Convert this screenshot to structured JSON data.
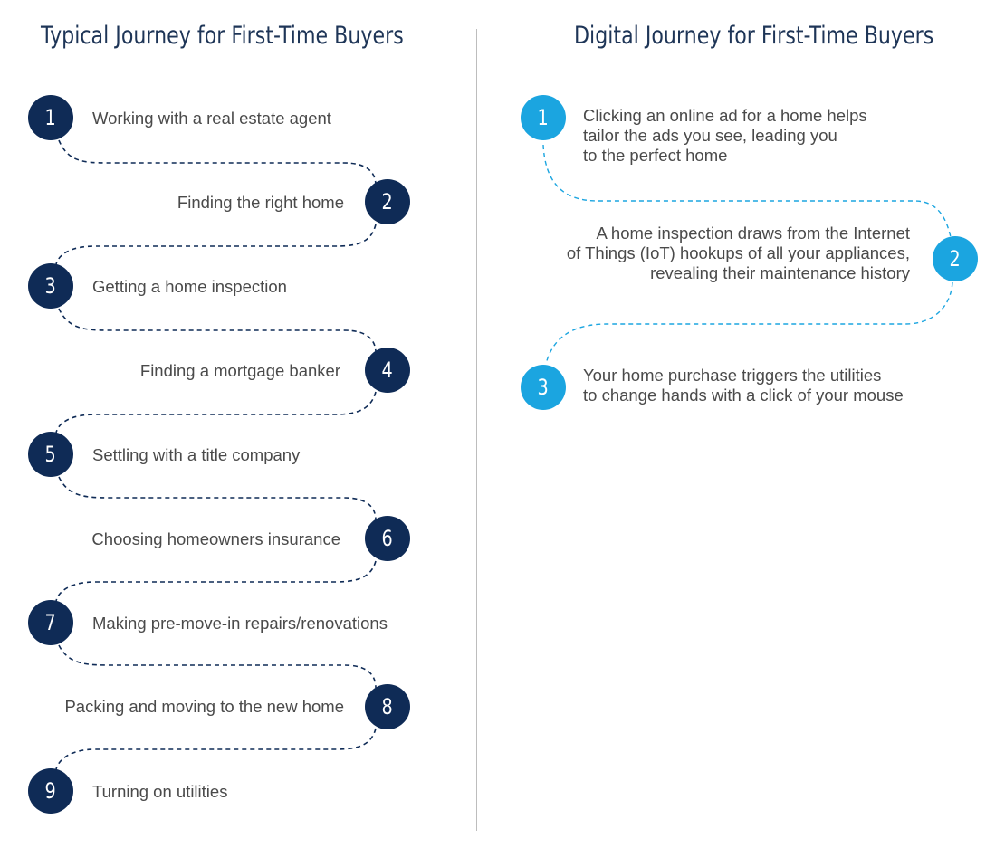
{
  "left_panel": {
    "title": "Typical Journey for First-Time Buyers",
    "steps": [
      {
        "number": "1",
        "text": "Working with a real estate agent"
      },
      {
        "number": "2",
        "text": "Finding the right home"
      },
      {
        "number": "3",
        "text": "Getting a home inspection"
      },
      {
        "number": "4",
        "text": "Finding a mortgage banker"
      },
      {
        "number": "5",
        "text": "Settling with a title company"
      },
      {
        "number": "6",
        "text": "Choosing homeowners insurance"
      },
      {
        "number": "7",
        "text": "Making pre-move-in repairs/renovations"
      },
      {
        "number": "8",
        "text": "Packing and moving to the new home"
      },
      {
        "number": "9",
        "text": "Turning on utilities"
      }
    ]
  },
  "right_panel": {
    "title": "Digital Journey for First-Time Buyers",
    "steps": [
      {
        "number": "1",
        "lines": [
          "Clicking an online ad for a home helps",
          "tailor the ads you see, leading you",
          "to the perfect home"
        ]
      },
      {
        "number": "2",
        "lines": [
          "A home inspection draws from the Internet",
          "of Things (IoT) hookups of all your appliances,",
          "revealing their maintenance history"
        ]
      },
      {
        "number": "3",
        "lines": [
          "Your home purchase triggers the utilities",
          "to change hands with a click of your mouse"
        ]
      }
    ]
  },
  "colors": {
    "navy": "#0f2b56",
    "title": "#1e3557",
    "sky_blue": "#1ba5e0",
    "text": "#4a4a4a"
  }
}
